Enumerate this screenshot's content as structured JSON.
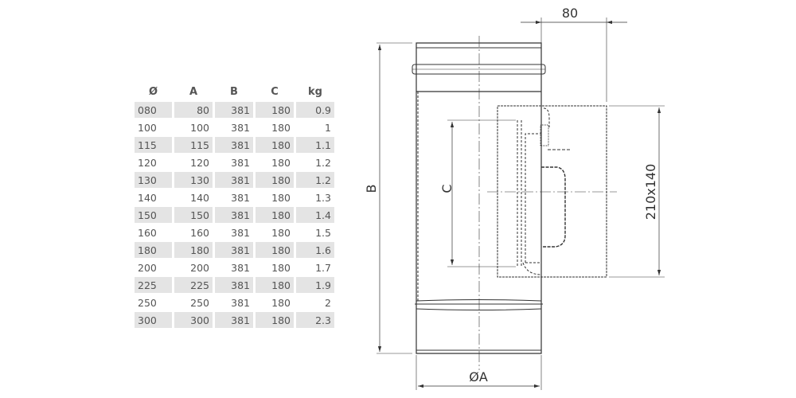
{
  "table": {
    "headers": [
      "Ø",
      "A",
      "B",
      "C",
      "kg"
    ],
    "rows": [
      [
        "080",
        "80",
        "381",
        "180",
        "0.9"
      ],
      [
        "100",
        "100",
        "381",
        "180",
        "1"
      ],
      [
        "115",
        "115",
        "381",
        "180",
        "1.1"
      ],
      [
        "120",
        "120",
        "381",
        "180",
        "1.2"
      ],
      [
        "130",
        "130",
        "381",
        "180",
        "1.2"
      ],
      [
        "140",
        "140",
        "381",
        "180",
        "1.3"
      ],
      [
        "150",
        "150",
        "381",
        "180",
        "1.4"
      ],
      [
        "160",
        "160",
        "381",
        "180",
        "1.5"
      ],
      [
        "180",
        "180",
        "381",
        "180",
        "1.6"
      ],
      [
        "200",
        "200",
        "381",
        "180",
        "1.7"
      ],
      [
        "225",
        "225",
        "381",
        "180",
        "1.9"
      ],
      [
        "250",
        "250",
        "381",
        "180",
        "2"
      ],
      [
        "300",
        "300",
        "381",
        "180",
        "2.3"
      ]
    ]
  },
  "drawing": {
    "dim_top": "80",
    "dim_height": "B",
    "dim_door_pos": "C",
    "dim_door": "210x140",
    "dim_diameter": "ØA"
  }
}
